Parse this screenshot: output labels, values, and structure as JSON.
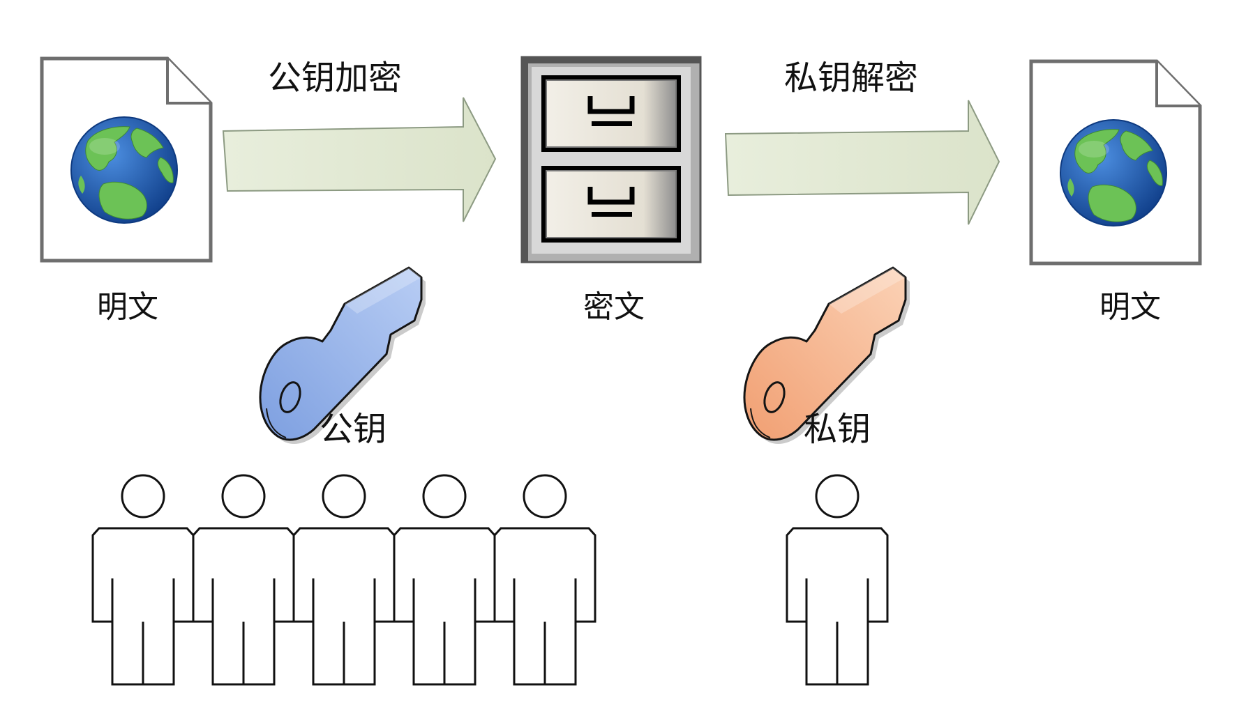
{
  "labels": {
    "plaintext_left": "明文",
    "encrypt_step": "公钥加密",
    "ciphertext": "密文",
    "decrypt_step": "私钥解密",
    "plaintext_right": "明文",
    "public_key": "公钥",
    "private_key": "私钥"
  },
  "people": {
    "public_group_count": 5,
    "private_group_count": 1
  },
  "colors": {
    "arrow_fill": "#dfe6cf",
    "arrow_stroke": "#8c9a82",
    "public_key": "#93b4ec",
    "private_key": "#f6b48e",
    "globe_ocean": "#1f5fb8",
    "globe_land": "#6cc256",
    "cabinet_face": "#ece7dc"
  }
}
